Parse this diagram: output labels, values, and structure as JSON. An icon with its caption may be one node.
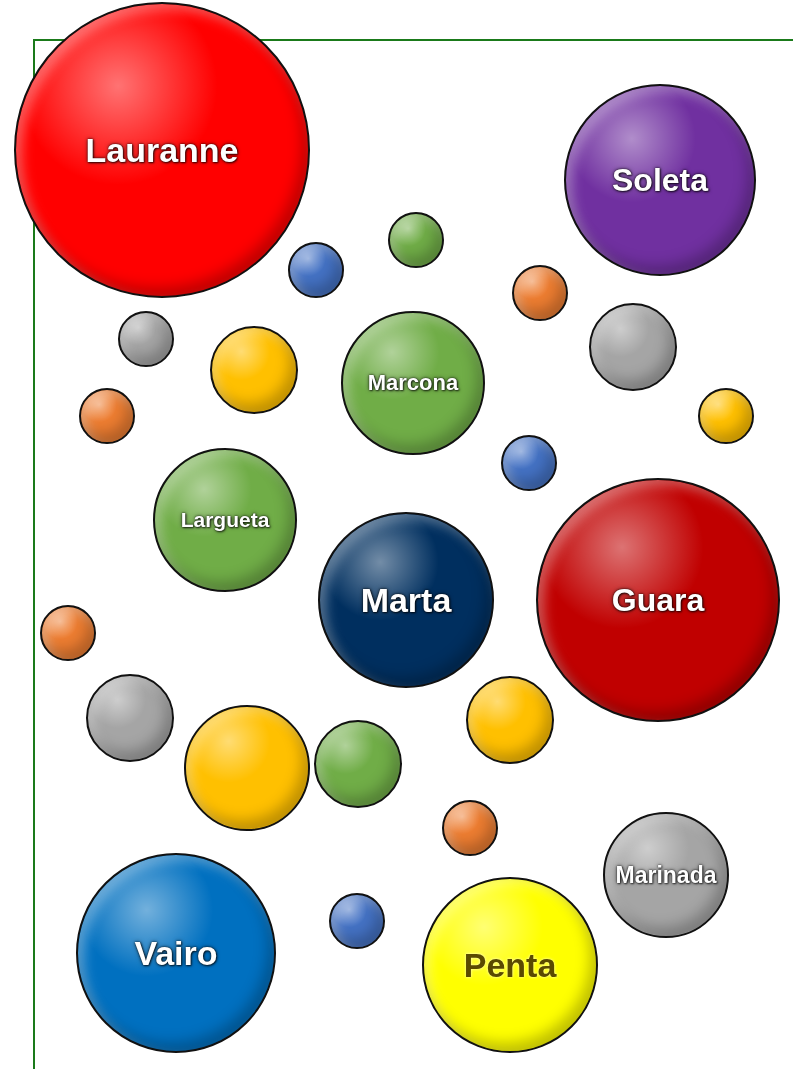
{
  "diagram": {
    "nodes": [
      {
        "text": [
          "Lauranne"
        ]
      },
      {
        "text": [
          "Soleta"
        ]
      },
      {
        "text": [],
        "shape": "circle"
      },
      {
        "text": [],
        "shape": "circle"
      },
      {
        "text": [],
        "shape": "circle"
      },
      {
        "text": [],
        "shape": "circle"
      },
      {
        "text": [],
        "shape": "circle"
      },
      {
        "text": [
          "Marcona"
        ]
      },
      {
        "text": [],
        "shape": "circle"
      },
      {
        "text": [],
        "shape": "circle"
      },
      {
        "text": [],
        "shape": "circle"
      },
      {
        "text": [],
        "shape": "circle"
      },
      {
        "text": [
          "Largueta"
        ]
      },
      {
        "text": [
          "Guara"
        ]
      },
      {
        "text": [
          "Marta"
        ]
      },
      {
        "text": [],
        "shape": "circle"
      },
      {
        "text": [],
        "shape": "circle"
      },
      {
        "text": [],
        "shape": "circle"
      },
      {
        "text": [],
        "shape": "circle"
      },
      {
        "text": [],
        "shape": "circle"
      },
      {
        "text": [],
        "shape": "circle"
      },
      {
        "text": [
          "Marinada"
        ]
      },
      {
        "text": [
          "Vairo"
        ]
      },
      {
        "text": [],
        "shape": "circle"
      },
      {
        "text": [
          "Penta"
        ]
      }
    ]
  }
}
